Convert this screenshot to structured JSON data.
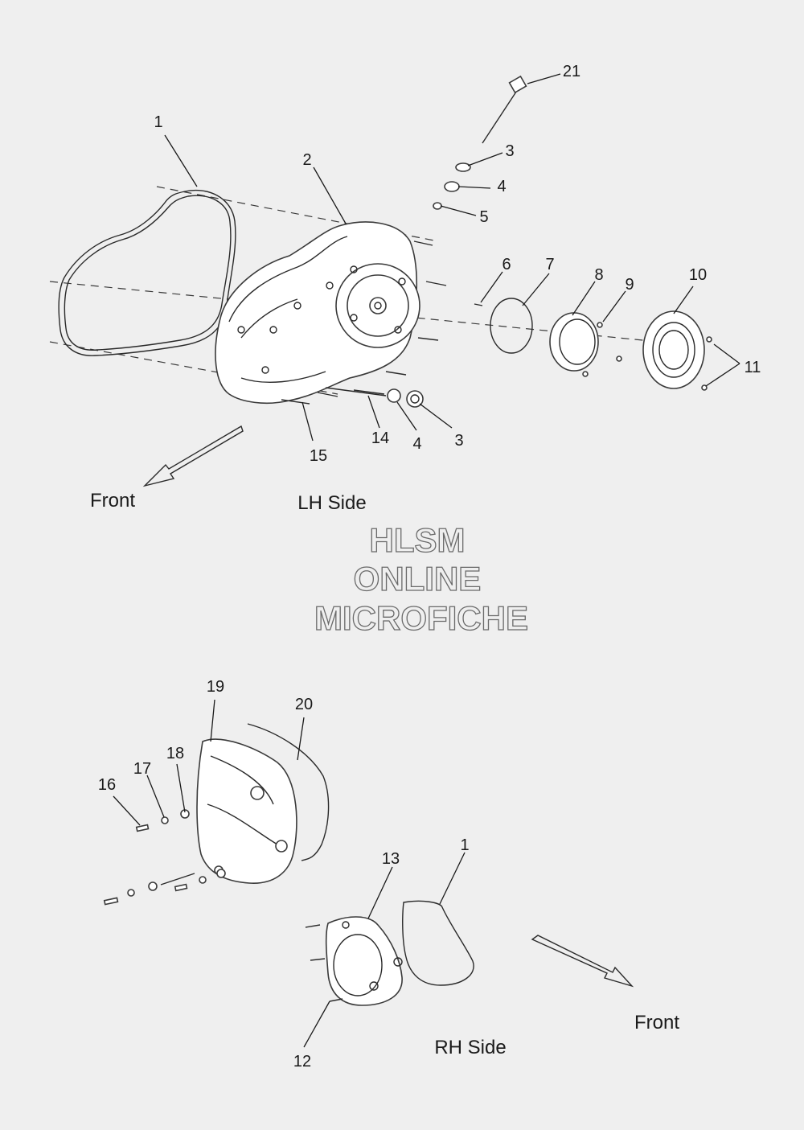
{
  "labels": {
    "l1a": "1",
    "l2": "2",
    "l3a": "3",
    "l4a": "4",
    "l5": "5",
    "l6": "6",
    "l7": "7",
    "l8": "8",
    "l9": "9",
    "l10": "10",
    "l11": "11",
    "l21": "21",
    "l14": "14",
    "l4b": "4",
    "l3b": "3",
    "l15": "15",
    "l19": "19",
    "l20": "20",
    "l18": "18",
    "l17": "17",
    "l16": "16",
    "l13": "13",
    "l1b": "1",
    "l12": "12"
  },
  "captions": {
    "front_left": "Front",
    "lh_side": "LH Side",
    "front_right": "Front",
    "rh_side": "RH Side"
  },
  "watermark": {
    "line1": "HLSM",
    "line2": "ONLINE",
    "line3": "MICROFICHE"
  },
  "colors": {
    "background": "#efefef",
    "ink": "#1a1a1a",
    "watermark_outline": "#6a6a6a"
  }
}
